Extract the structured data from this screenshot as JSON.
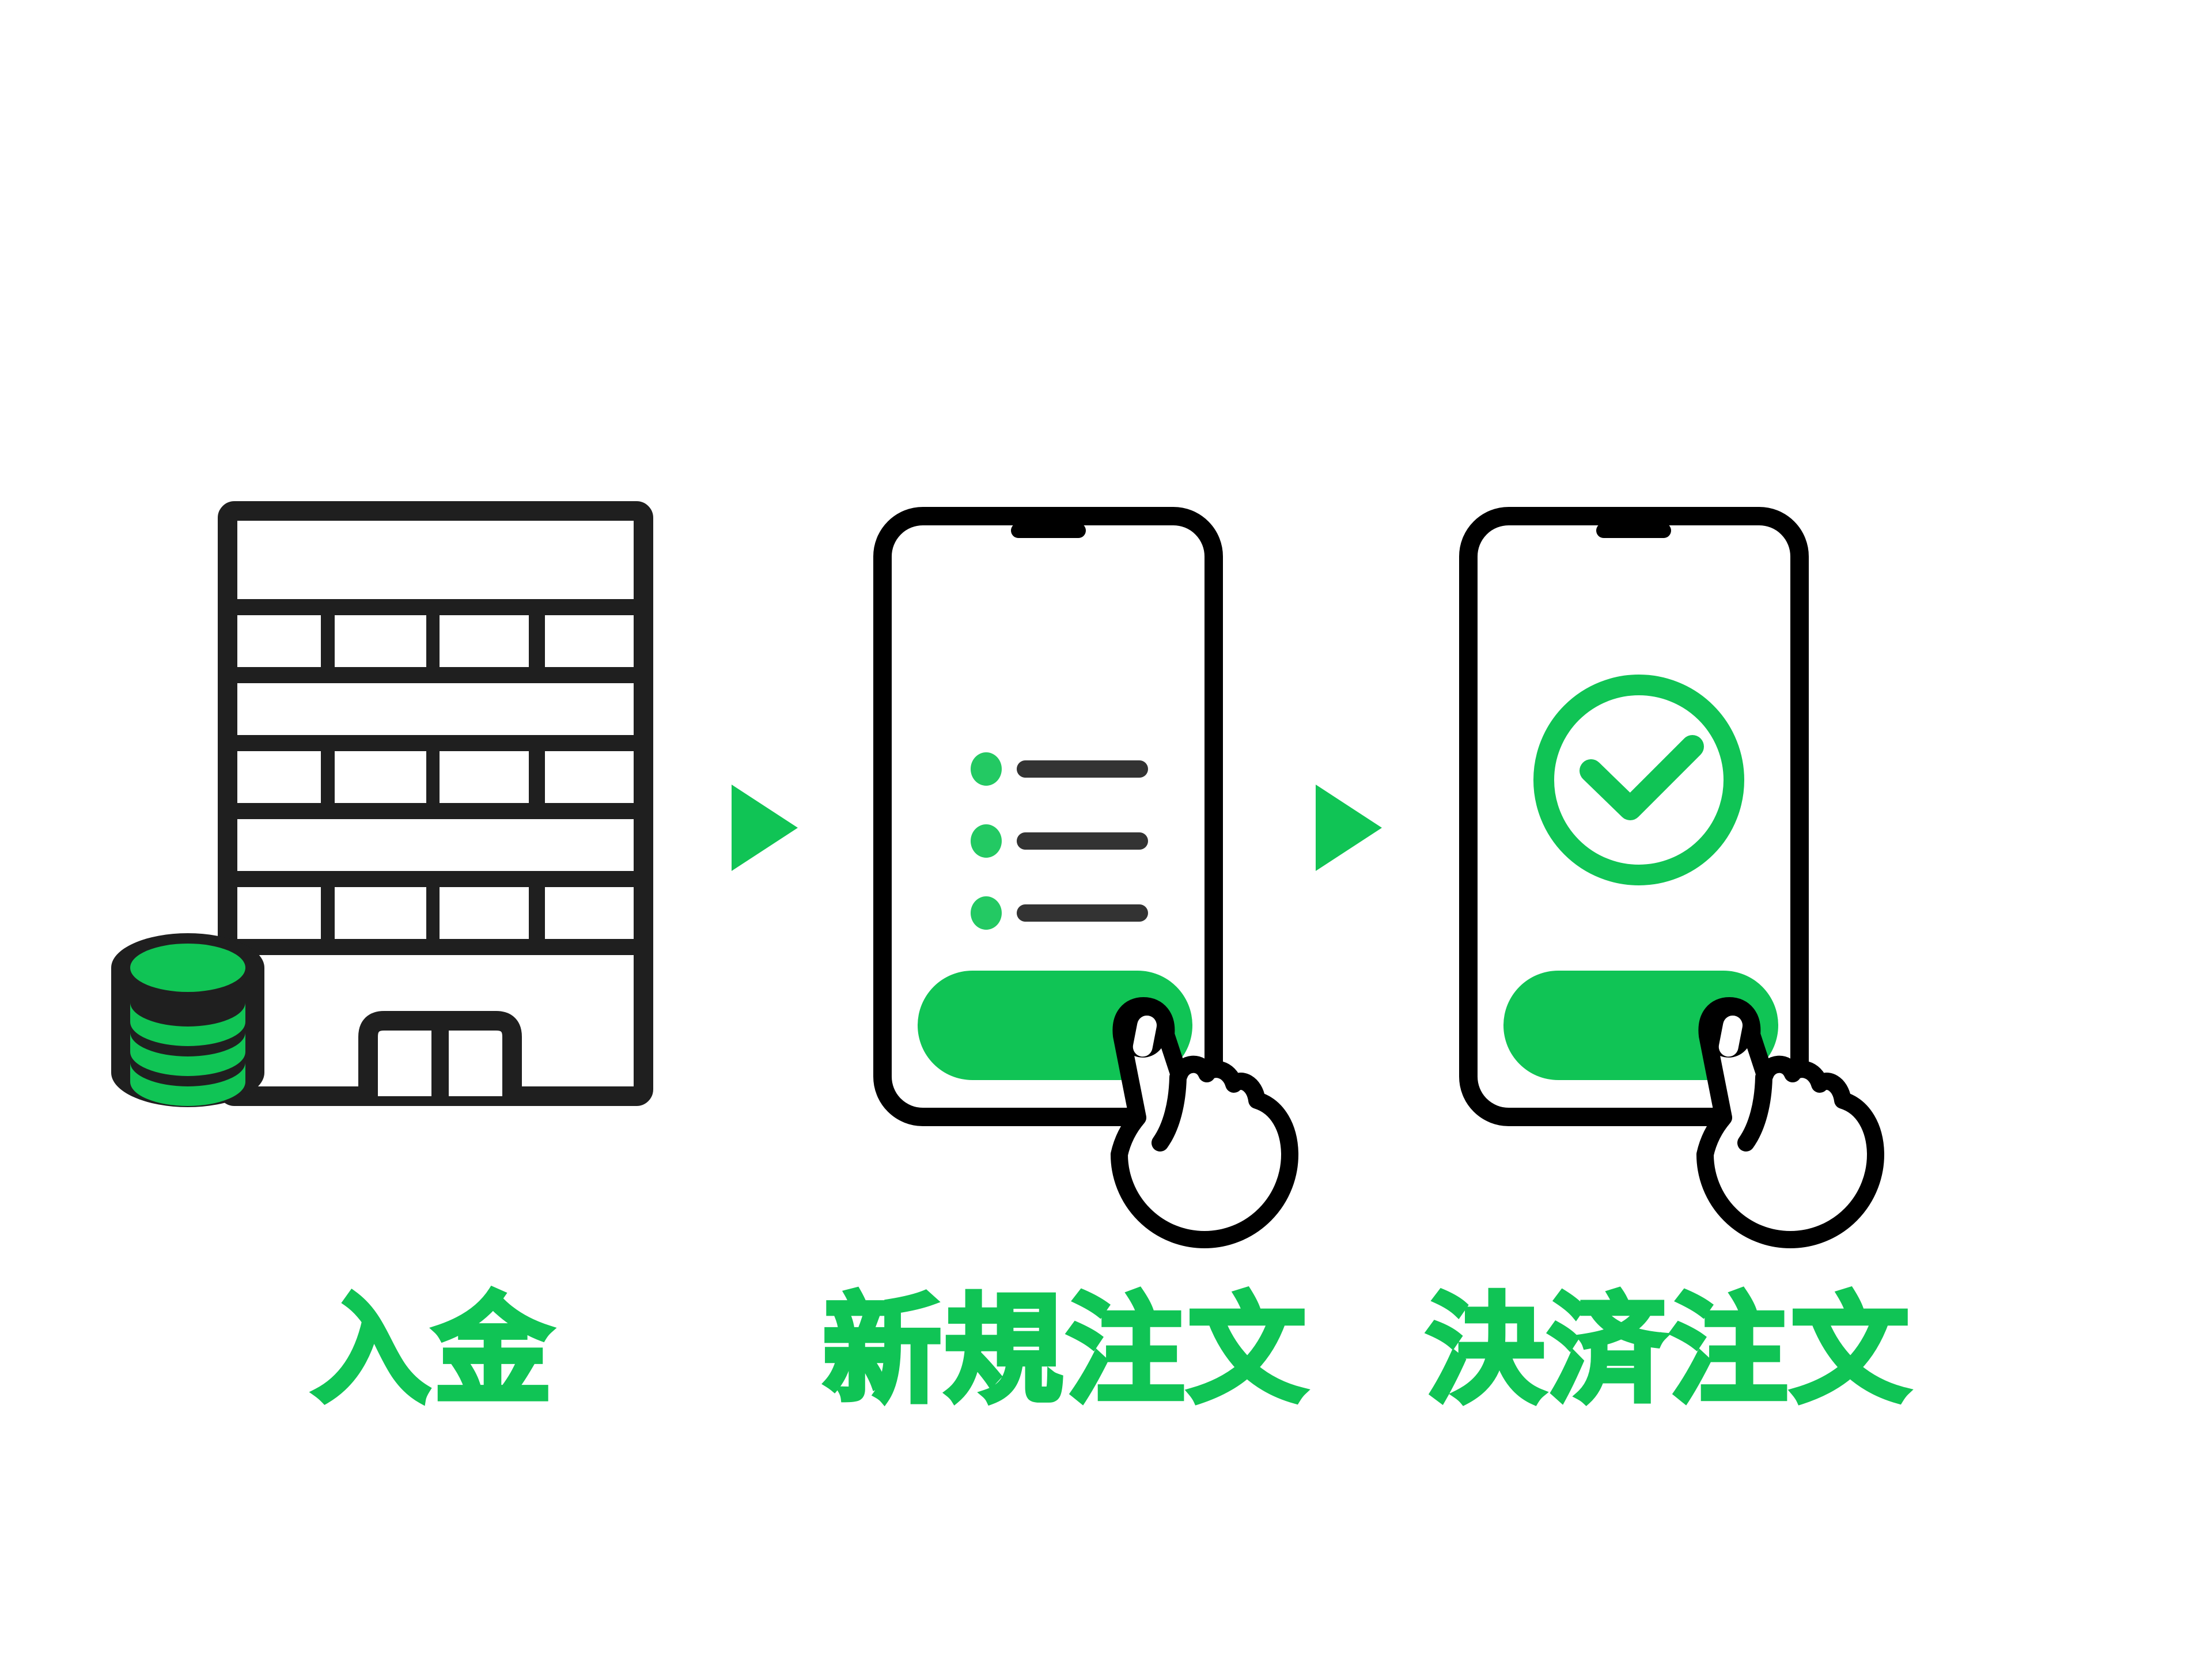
{
  "colors": {
    "bg": "#ffffff",
    "green": "#10c455",
    "green-light": "#23c963",
    "ink": "#1f1f1f",
    "phone-ink": "#000000",
    "line-gray": "#333333"
  },
  "steps": [
    {
      "label": "入金",
      "icon": "bank-building-with-coins"
    },
    {
      "label": "新規注文",
      "icon": "phone-order-list-tap"
    },
    {
      "label": "決済注文",
      "icon": "phone-check-tap"
    }
  ],
  "arrows": {
    "icon": "right-triangle-arrow",
    "count": 2
  }
}
